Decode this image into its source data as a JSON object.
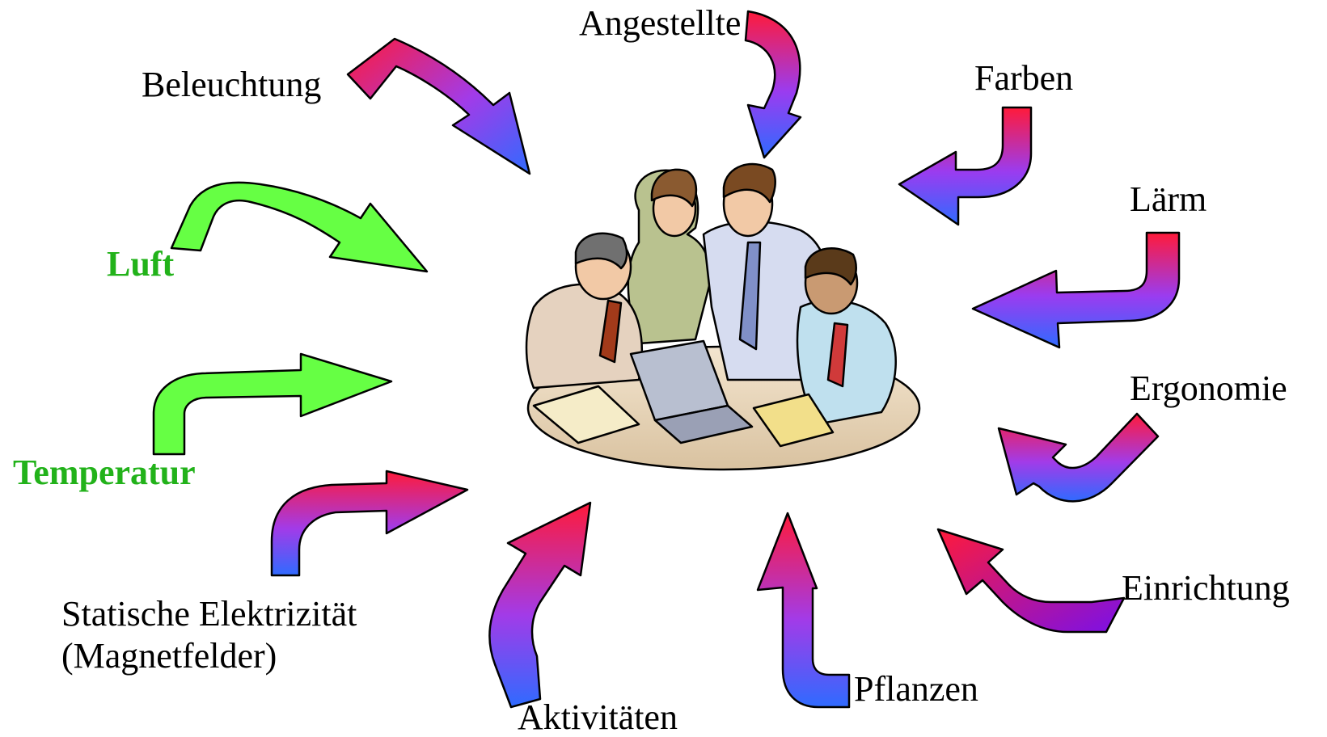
{
  "factors": [
    {
      "id": "angestellte",
      "label": "Angestellte"
    },
    {
      "id": "beleuchtung",
      "label": "Beleuchtung"
    },
    {
      "id": "farben",
      "label": "Farben"
    },
    {
      "id": "laerm",
      "label": "Lärm"
    },
    {
      "id": "luft",
      "label": "Luft"
    },
    {
      "id": "temperatur",
      "label": "Temperatur"
    },
    {
      "id": "ergonomie",
      "label": "Ergonomie"
    },
    {
      "id": "einrichtung",
      "label": "Einrichtung"
    },
    {
      "id": "statische",
      "label": "Statische Elektrizität",
      "label2": "(Magnetfelder)"
    },
    {
      "id": "aktivitaeten",
      "label": "Aktivitäten"
    },
    {
      "id": "pflanzen",
      "label": "Pflanzen"
    }
  ],
  "colors": {
    "highlight_text": "#22b21a",
    "arrow_green": "#66ff44",
    "arrow_red": "#ff1a3a",
    "arrow_blue": "#3b6bff",
    "arrow_violet": "#8a2be2",
    "text": "#000000"
  }
}
